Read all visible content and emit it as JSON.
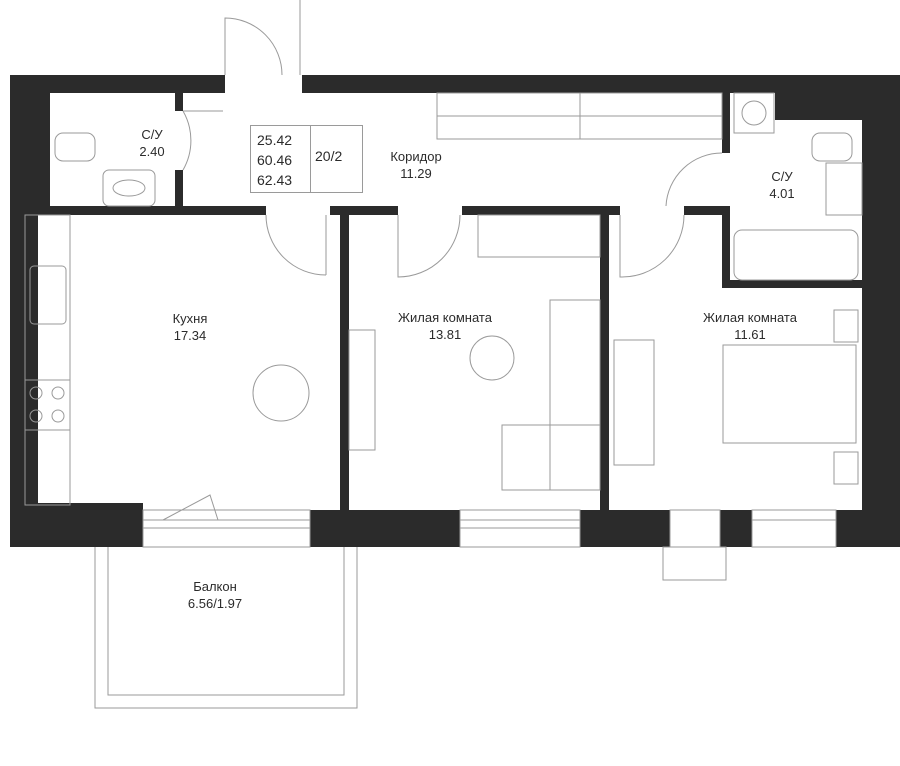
{
  "summary": {
    "living_area": "25.42",
    "total_area": "60.46",
    "total_area_with_balcony": "62.43",
    "floor": "20/2"
  },
  "rooms": {
    "bath_small": {
      "name": "С/У",
      "area": "2.40"
    },
    "corridor": {
      "name": "Коридор",
      "area": "11.29"
    },
    "bath_large": {
      "name": "С/У",
      "area": "4.01"
    },
    "kitchen": {
      "name": "Кухня",
      "area": "17.34"
    },
    "living_1": {
      "name": "Жилая комната",
      "area": "13.81"
    },
    "living_2": {
      "name": "Жилая комната",
      "area": "11.61"
    },
    "balcony": {
      "name": "Балкон",
      "area": "6.56/1.97"
    }
  },
  "colors": {
    "wall": "#2b2b2b",
    "line": "#9a9a9a",
    "text": "#2b2b2b"
  }
}
